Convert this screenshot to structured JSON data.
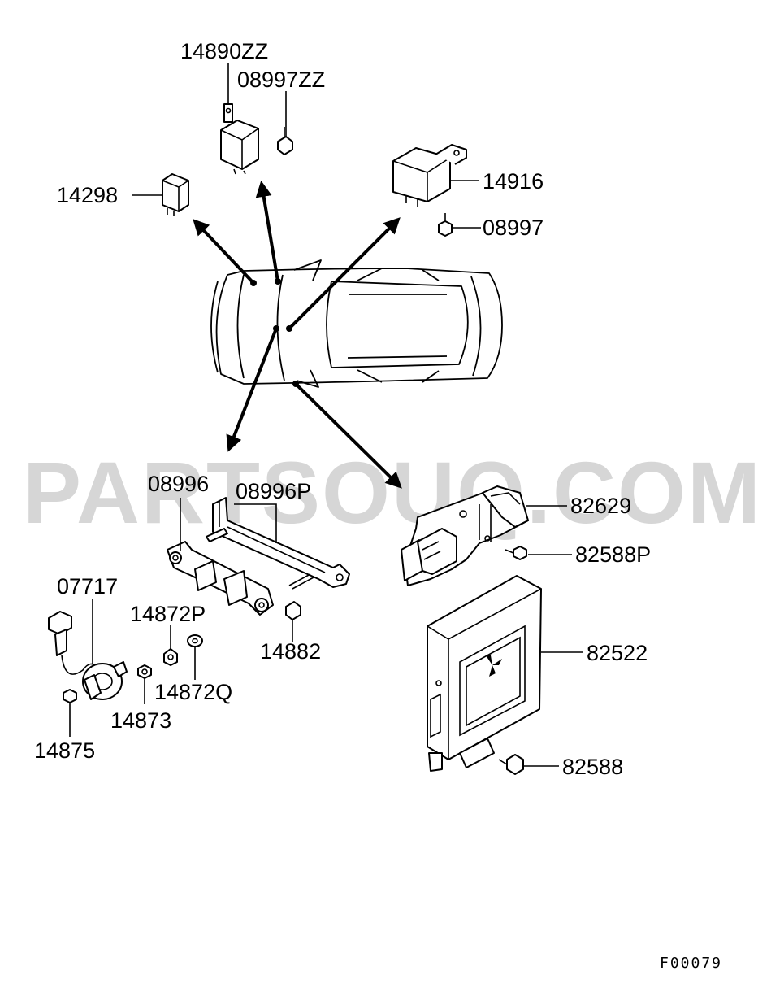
{
  "watermark": "PARTSOUQ.COM",
  "figure_code": "F00079",
  "labels": {
    "p14890ZZ": "14890ZZ",
    "p08997ZZ": "08997ZZ",
    "p14298": "14298",
    "p14916": "14916",
    "p08997": "08997",
    "p08996": "08996",
    "p08996P": "08996P",
    "p82629": "82629",
    "p82588P": "82588P",
    "p07717": "07717",
    "p14872P": "14872P",
    "p14882": "14882",
    "p82522": "82522",
    "p14872Q": "14872Q",
    "p14873": "14873",
    "p14875": "14875",
    "p82588": "82588"
  }
}
